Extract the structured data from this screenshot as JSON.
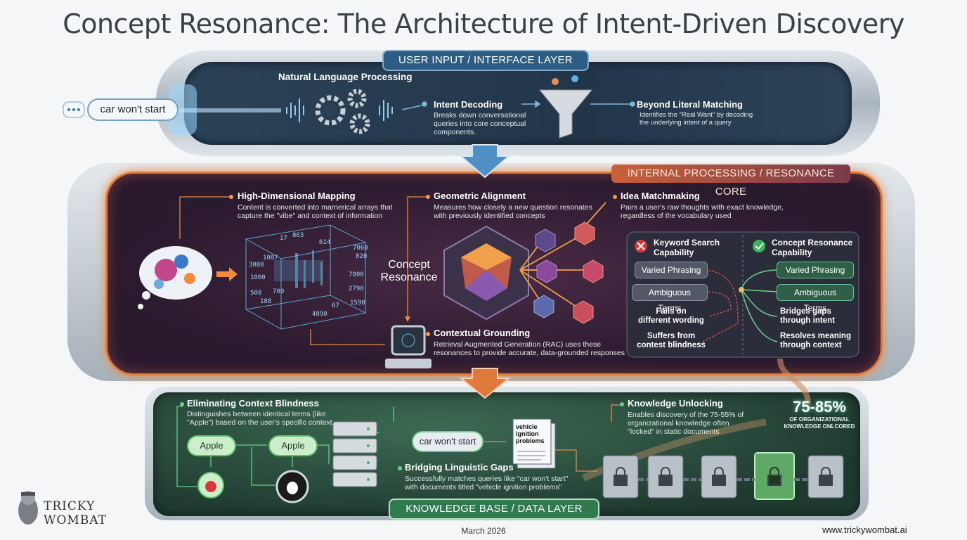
{
  "title": "Concept Resonance: The Architecture of Intent-Driven Discovery",
  "layers": {
    "top": "USER INPUT / INTERFACE LAYER",
    "mid": "INTERNAL PROCESSING / RESONANCE CORE",
    "bot": "KNOWLEDGE BASE / DATA LAYER"
  },
  "top": {
    "query": "car won't start",
    "nlp": "Natural Language Processing",
    "intent": {
      "title": "Intent Decoding",
      "text": [
        "Breaks down conversational",
        "queries into core conceptual",
        "components."
      ]
    },
    "beyond": {
      "title": "Beyond Literal Matching",
      "text": [
        "Identifies the \"Real Want\" by decoding",
        "the underlying intent of a query"
      ]
    }
  },
  "mid": {
    "mapping": {
      "title": "High-Dimensional Mapping",
      "text": [
        "Content is converted into marnerical arrays that",
        "capture the \"vibe\" and context of information"
      ]
    },
    "geometric": {
      "title": "Geometric Alignment",
      "text": [
        "Measures how closely a new question resonates",
        "with previously identified concepts"
      ]
    },
    "idea": {
      "title": "Idea Matchmaking",
      "text": [
        "Pairs a user's raw thoughts with exact knowledge,",
        "regardless of the vocabulary used"
      ]
    },
    "resonance": [
      "Concept",
      "Resonance"
    ],
    "grounding": {
      "title": "Contextual Grounding",
      "text": [
        "Retrieval Augmented Generation (RAC) uses these",
        "resonances to provide accurate, data-grounded responses"
      ]
    },
    "numbers": [
      "17",
      "863",
      "614",
      "7060",
      "1007",
      "820",
      "3008",
      "1000",
      "7800",
      "500",
      "700",
      "2790",
      "188",
      "67",
      "1590",
      "4890"
    ],
    "compare": {
      "left_title": [
        "Keyword Search",
        "Capability"
      ],
      "right_title": [
        "Concept Resonance",
        "Capability"
      ],
      "left_items": [
        "Varied Phrasing",
        "Ambiguous Terms"
      ],
      "right_items": [
        "Varied Phrasing",
        "Ambiguous Terms"
      ],
      "left_fail": [
        [
          "Fails on",
          "different wording"
        ],
        [
          "Suffers from",
          "contest blindness"
        ]
      ],
      "right_win": [
        [
          "Bridges gaps",
          "through intent"
        ],
        [
          "Resolves meaning",
          "through context"
        ]
      ]
    }
  },
  "bot": {
    "eliminating": {
      "title": "Eliminating Context Blindness",
      "text": [
        "Distinguishes between identical terms (like",
        "\"Apple\") based on the user's specific context"
      ]
    },
    "apple1": "Apple",
    "apple2": "Apple",
    "query": "car won't start",
    "doc": [
      "vehicle",
      "ignition",
      "problems"
    ],
    "bridging": {
      "title": "Bridging Linguistic Gaps",
      "text": [
        "Successfully matches queries like \"car won't start\"",
        "with documents titled \"vehicle ignition problems\""
      ]
    },
    "unlocking": {
      "title": "Knowledge Unlocking",
      "text": [
        "Enables discovery of the 75-55% of",
        "organizational knowledge often",
        "\"locked\" in static documents"
      ]
    },
    "stat": "75-85%",
    "stat_text": [
      "OF ORGANIZATIONAL",
      "KNOWLEDGE ONLCORED"
    ]
  },
  "footer": {
    "date": "March 2026",
    "url": "www.trickywombat.ai",
    "logo": [
      "TRICKY",
      "WOMBAT"
    ]
  }
}
